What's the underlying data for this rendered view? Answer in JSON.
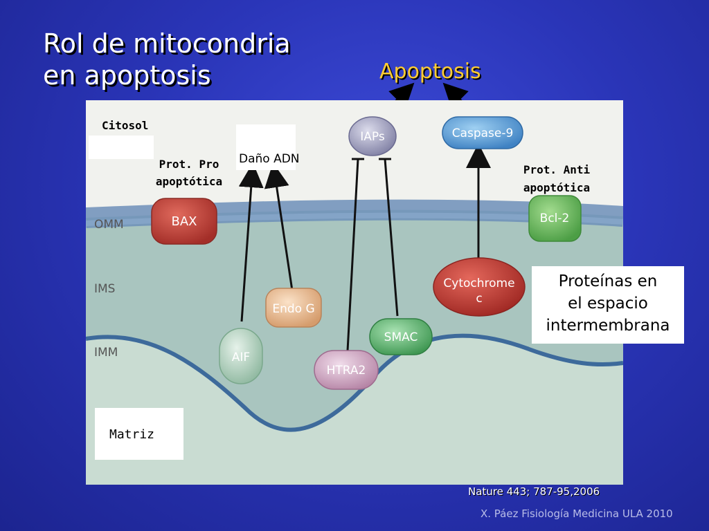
{
  "slide": {
    "title_line1": "Rol de mitocondria",
    "title_line2": "en apoptosis",
    "apoptosis": "Apoptosis",
    "citation": "Nature 443; 787-95,2006",
    "footer": "X. Páez Fisiología Medicina ULA 2010"
  },
  "labels": {
    "citosol": "Citosol",
    "prot_pro_1": "Prot. Pro",
    "prot_pro_2": "apoptótica",
    "dano_adn": "Daño ADN",
    "prot_anti_1": "Prot. Anti",
    "prot_anti_2": "apoptótica",
    "matriz": "Matriz",
    "proteinas_1": "Proteínas en",
    "proteinas_2": "el espacio",
    "proteinas_3": "intermembrana"
  },
  "regions": {
    "omm": "OMM",
    "ims": "IMS",
    "imm": "IMM"
  },
  "proteins": {
    "bax": "BAX",
    "bcl2": "Bcl-2",
    "iaps": "IAPs",
    "caspase9": "Caspase-9",
    "cytochrome_1": "Cytochrome",
    "cytochrome_2": "c",
    "endog": "Endo G",
    "aif": "AIF",
    "smac": "SMAC",
    "htra2": "HTRA2"
  },
  "colors": {
    "background": "#2a35b8",
    "title": "#ffffff",
    "apoptosis": "#ffcc33",
    "bax": "#c0433a",
    "bcl2": "#6dbd63",
    "cytochrome": "#c0372f",
    "caspase9": "#5b9fd6",
    "iaps": "#8f8fb0",
    "endog": "#e6b48a",
    "aif": "#a8c9b5",
    "smac": "#4fa863",
    "htra2": "#c99ab8"
  }
}
